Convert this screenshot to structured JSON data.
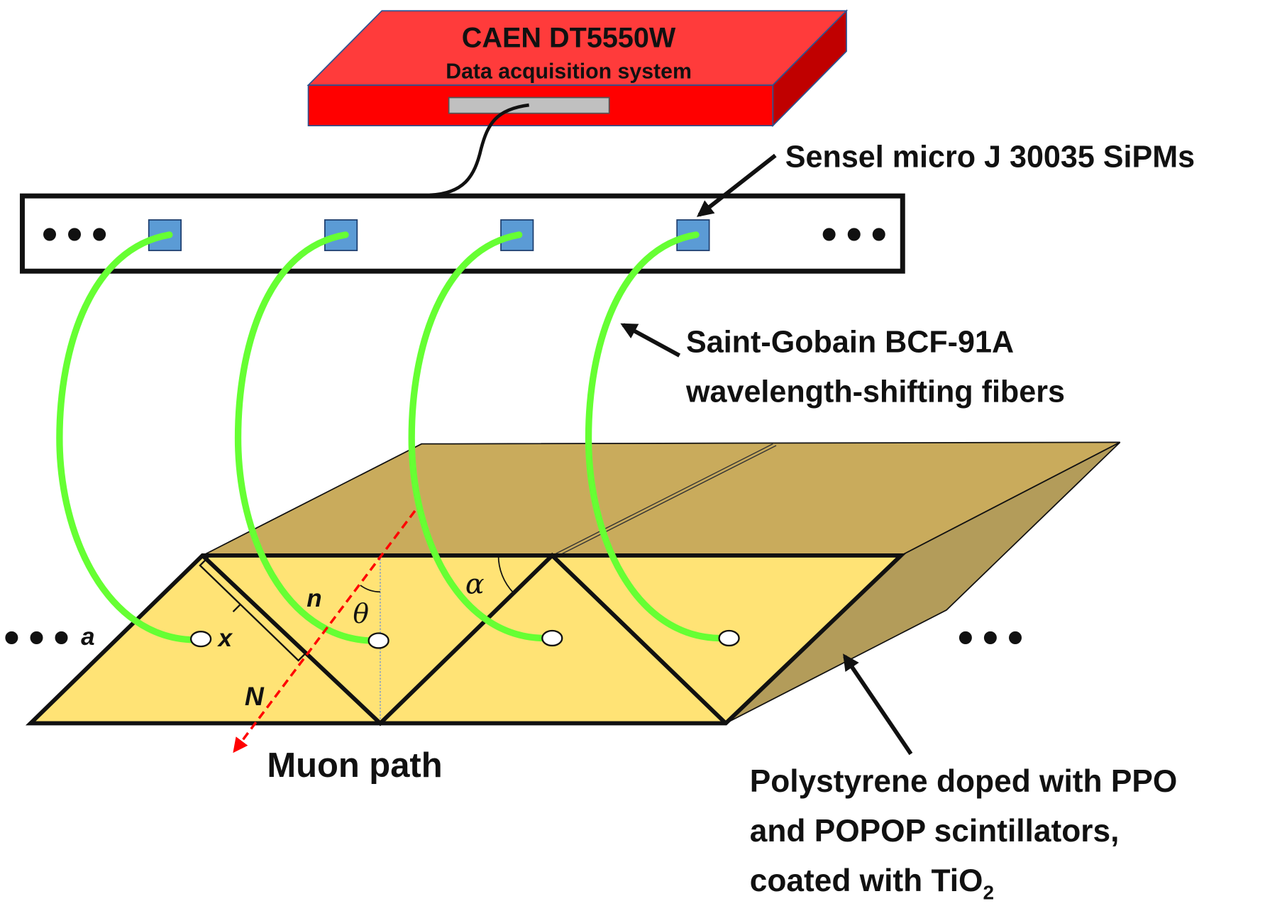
{
  "daq": {
    "title": "CAEN DT5550W",
    "subtitle": "Data acquisition system"
  },
  "labels": {
    "sipm": "Sensel micro J 30035 SiPMs",
    "fiber_line1": "Saint-Gobain BCF-91A",
    "fiber_line2": "wavelength-shifting fibers",
    "scint_line1": "Polystyrene doped with PPO",
    "scint_line2": "and POPOP scintillators,",
    "scint_line3_main": "coated with TiO",
    "scint_line3_sub": "2",
    "muon": "Muon path"
  },
  "symbols": {
    "a": "a",
    "x": "x",
    "n": "n",
    "theta": "θ",
    "N": "N",
    "alpha": "α"
  },
  "ellipsis": "•••",
  "colors": {
    "daq_top": "#ff3b3b",
    "daq_front": "#ff0000",
    "daq_side": "#c00000",
    "connector": "#c0c0c0",
    "sipm": "#5b9bd5",
    "fiber": "#66ff33",
    "scint_front": "#ffe375",
    "scint_top": "#c9ab5c",
    "scint_side": "#b39c5a",
    "muon": "#ff0000"
  }
}
